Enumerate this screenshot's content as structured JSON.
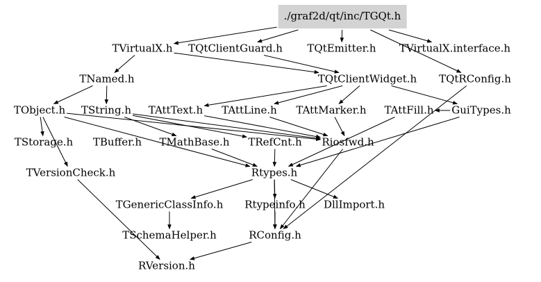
{
  "diagram": {
    "root": "./graf2d/qt/inc/TGQt.h",
    "nodes": {
      "root": "./graf2d/qt/inc/TGQt.h",
      "tvirtualx": "TVirtualX.h",
      "tqtclientguard": "TQtClientGuard.h",
      "tqtemitter": "TQtEmitter.h",
      "tvirtualx_interface": "TVirtualX.interface.h",
      "tnamed": "TNamed.h",
      "tqtclientwidget": "TQtClientWidget.h",
      "tqtrconfig": "TQtRConfig.h",
      "tobject": "TObject.h",
      "tstring": "TString.h",
      "tatttext": "TAttText.h",
      "tattline": "TAttLine.h",
      "tattmarker": "TAttMarker.h",
      "tattfill": "TAttFill.h",
      "guitypes": "GuiTypes.h",
      "tstorage": "TStorage.h",
      "tbuffer": "TBuffer.h",
      "tmathbase": "TMathBase.h",
      "trefcnt": "TRefCnt.h",
      "riosfwd": "Riosfwd.h",
      "tversioncheck": "TVersionCheck.h",
      "rtypes": "Rtypes.h",
      "tgenericclassinfo": "TGenericClassInfo.h",
      "rtypeinfo": "Rtypeinfo.h",
      "dllimport": "DllImport.h",
      "tschemahelper": "TSchemaHelper.h",
      "rconfig": "RConfig.h",
      "rversion": "RVersion.h"
    },
    "edges": [
      [
        "root",
        "tvirtualx"
      ],
      [
        "root",
        "tqtclientguard"
      ],
      [
        "root",
        "tqtemitter"
      ],
      [
        "root",
        "tvirtualx_interface"
      ],
      [
        "root",
        "tqtrconfig"
      ],
      [
        "tvirtualx",
        "tnamed"
      ],
      [
        "tvirtualx",
        "tqtclientwidget"
      ],
      [
        "tqtclientguard",
        "tqtclientwidget"
      ],
      [
        "tnamed",
        "tobject"
      ],
      [
        "tnamed",
        "tstring"
      ],
      [
        "tqtclientwidget",
        "tatttext"
      ],
      [
        "tqtclientwidget",
        "tattline"
      ],
      [
        "tqtclientwidget",
        "tattmarker"
      ],
      [
        "tqtclientwidget",
        "guitypes"
      ],
      [
        "tobject",
        "tstorage"
      ],
      [
        "tobject",
        "tversioncheck"
      ],
      [
        "tobject",
        "rtypes"
      ],
      [
        "tobject",
        "riosfwd"
      ],
      [
        "tstring",
        "tmathbase"
      ],
      [
        "tstring",
        "trefcnt"
      ],
      [
        "tstring",
        "riosfwd"
      ],
      [
        "tatttext",
        "riosfwd"
      ],
      [
        "tattline",
        "riosfwd"
      ],
      [
        "tattmarker",
        "riosfwd"
      ],
      [
        "tattfill",
        "rtypes"
      ],
      [
        "guitypes",
        "tattfill"
      ],
      [
        "guitypes",
        "rtypes"
      ],
      [
        "tmathbase",
        "rtypes"
      ],
      [
        "trefcnt",
        "rtypes"
      ],
      [
        "tversioncheck",
        "rversion"
      ],
      [
        "rtypes",
        "tgenericclassinfo"
      ],
      [
        "rtypes",
        "rtypeinfo"
      ],
      [
        "rtypes",
        "dllimport"
      ],
      [
        "rtypes",
        "rconfig"
      ],
      [
        "riosfwd",
        "rconfig"
      ],
      [
        "tgenericclassinfo",
        "tschemahelper"
      ],
      [
        "rtypeinfo",
        "rconfig"
      ],
      [
        "rconfig",
        "rversion"
      ],
      [
        "tqtrconfig",
        "rconfig"
      ]
    ]
  }
}
